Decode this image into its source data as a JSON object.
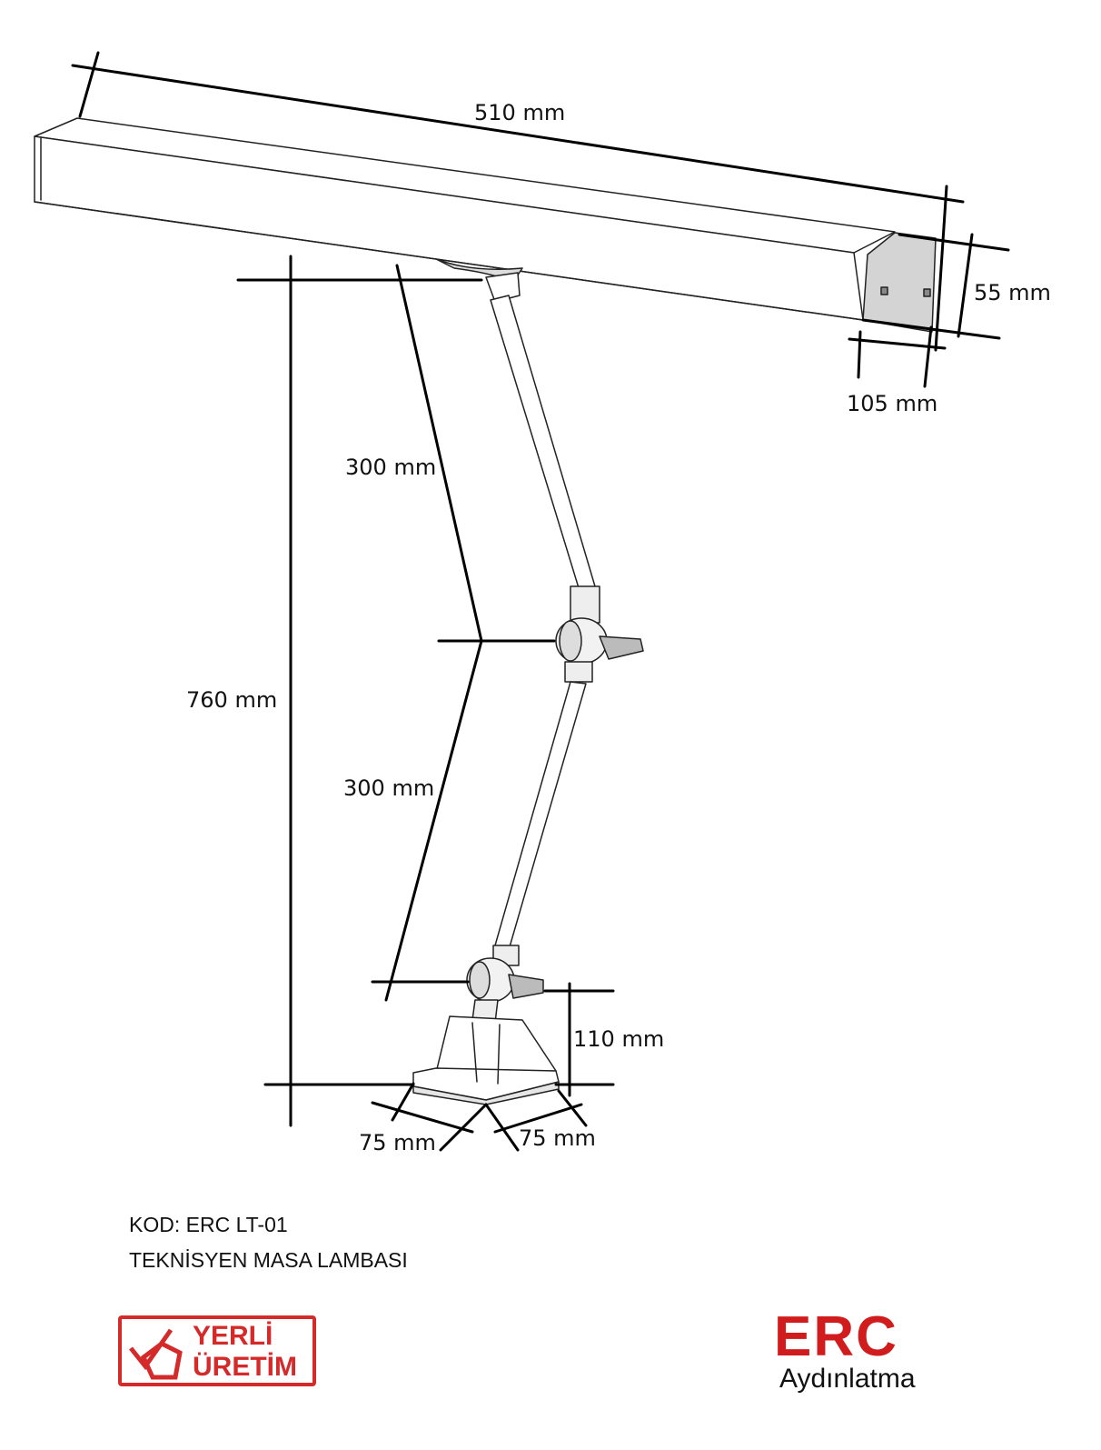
{
  "dimensions": {
    "length": "510 mm",
    "height_head": "55 mm",
    "width_head": "105 mm",
    "upper_arm": "300 mm",
    "lower_arm": "300 mm",
    "total_height": "760 mm",
    "base_height": "110 mm",
    "base_left": "75 mm",
    "base_right": "75 mm"
  },
  "product": {
    "code": "KOD: ERC LT-01",
    "name": "TEKNİSYEN MASA LAMBASI"
  },
  "logos": {
    "yerli_line1": "YERLİ",
    "yerli_line2": "ÜRETİM",
    "brand": "ERC",
    "brand_sub": "Aydınlatma",
    "brand_color": "#d01c1c"
  }
}
